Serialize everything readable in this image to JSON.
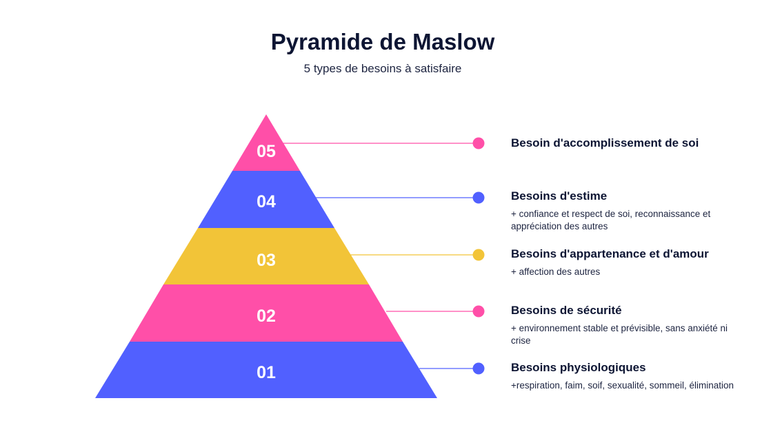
{
  "header": {
    "title": "Pyramide de Maslow",
    "subtitle": "5 types de besoins à satisfaire"
  },
  "colors": {
    "pink": "#ff4fa8",
    "blue": "#5160ff",
    "yellow": "#f2c438",
    "text": "#0d1533",
    "background": "#ffffff"
  },
  "levels": [
    {
      "number": "05",
      "color": "#ff4fa8",
      "title": "Besoin d'accomplissement de soi",
      "description": ""
    },
    {
      "number": "04",
      "color": "#5160ff",
      "title": "Besoins d'estime",
      "description": "+ confiance et respect de soi, reconnaissance et appréciation des autres"
    },
    {
      "number": "03",
      "color": "#f2c438",
      "title": "Besoins d'appartenance et d'amour",
      "description": "+ affection des autres"
    },
    {
      "number": "02",
      "color": "#ff4fa8",
      "title": "Besoins de sécurité",
      "description": "+ environnement stable et prévisible, sans anxiété ni crise"
    },
    {
      "number": "01",
      "color": "#5160ff",
      "title": "Besoins physiologiques",
      "description": "+respiration, faim, soif, sexualité, sommeil, élimination"
    }
  ]
}
